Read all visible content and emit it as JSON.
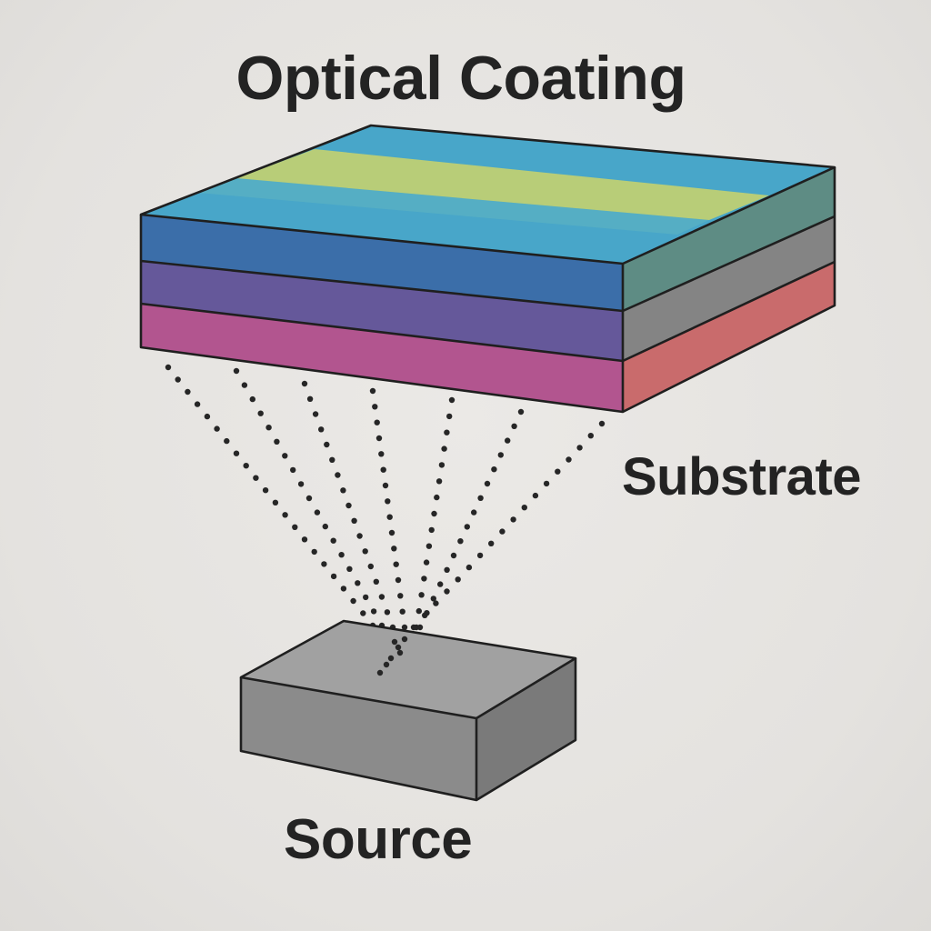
{
  "labels": {
    "title": "Optical Coating",
    "substrate": "Substrate",
    "source": "Source"
  },
  "colors": {
    "text": "#232323",
    "outline": "#1f1f1f",
    "top_face": "#48a6c9",
    "top_stripe_light": "#55aec4",
    "top_stripe_yellow": "#b8cd78",
    "front_blue": "#3b6ea9",
    "front_purple": "#65589a",
    "front_magenta": "#b2558f",
    "side_teal": "#5e8c84",
    "side_grey": "#848484",
    "side_salmon": "#c96b6c",
    "source_top": "#a1a1a1",
    "source_front": "#8b8b8b",
    "source_side": "#7a7a7a",
    "dots": "#262626"
  },
  "icons": {
    "coating_stack": "layered-coating-slab",
    "deposition": "dotted-vapor-stream",
    "source": "source-block"
  }
}
